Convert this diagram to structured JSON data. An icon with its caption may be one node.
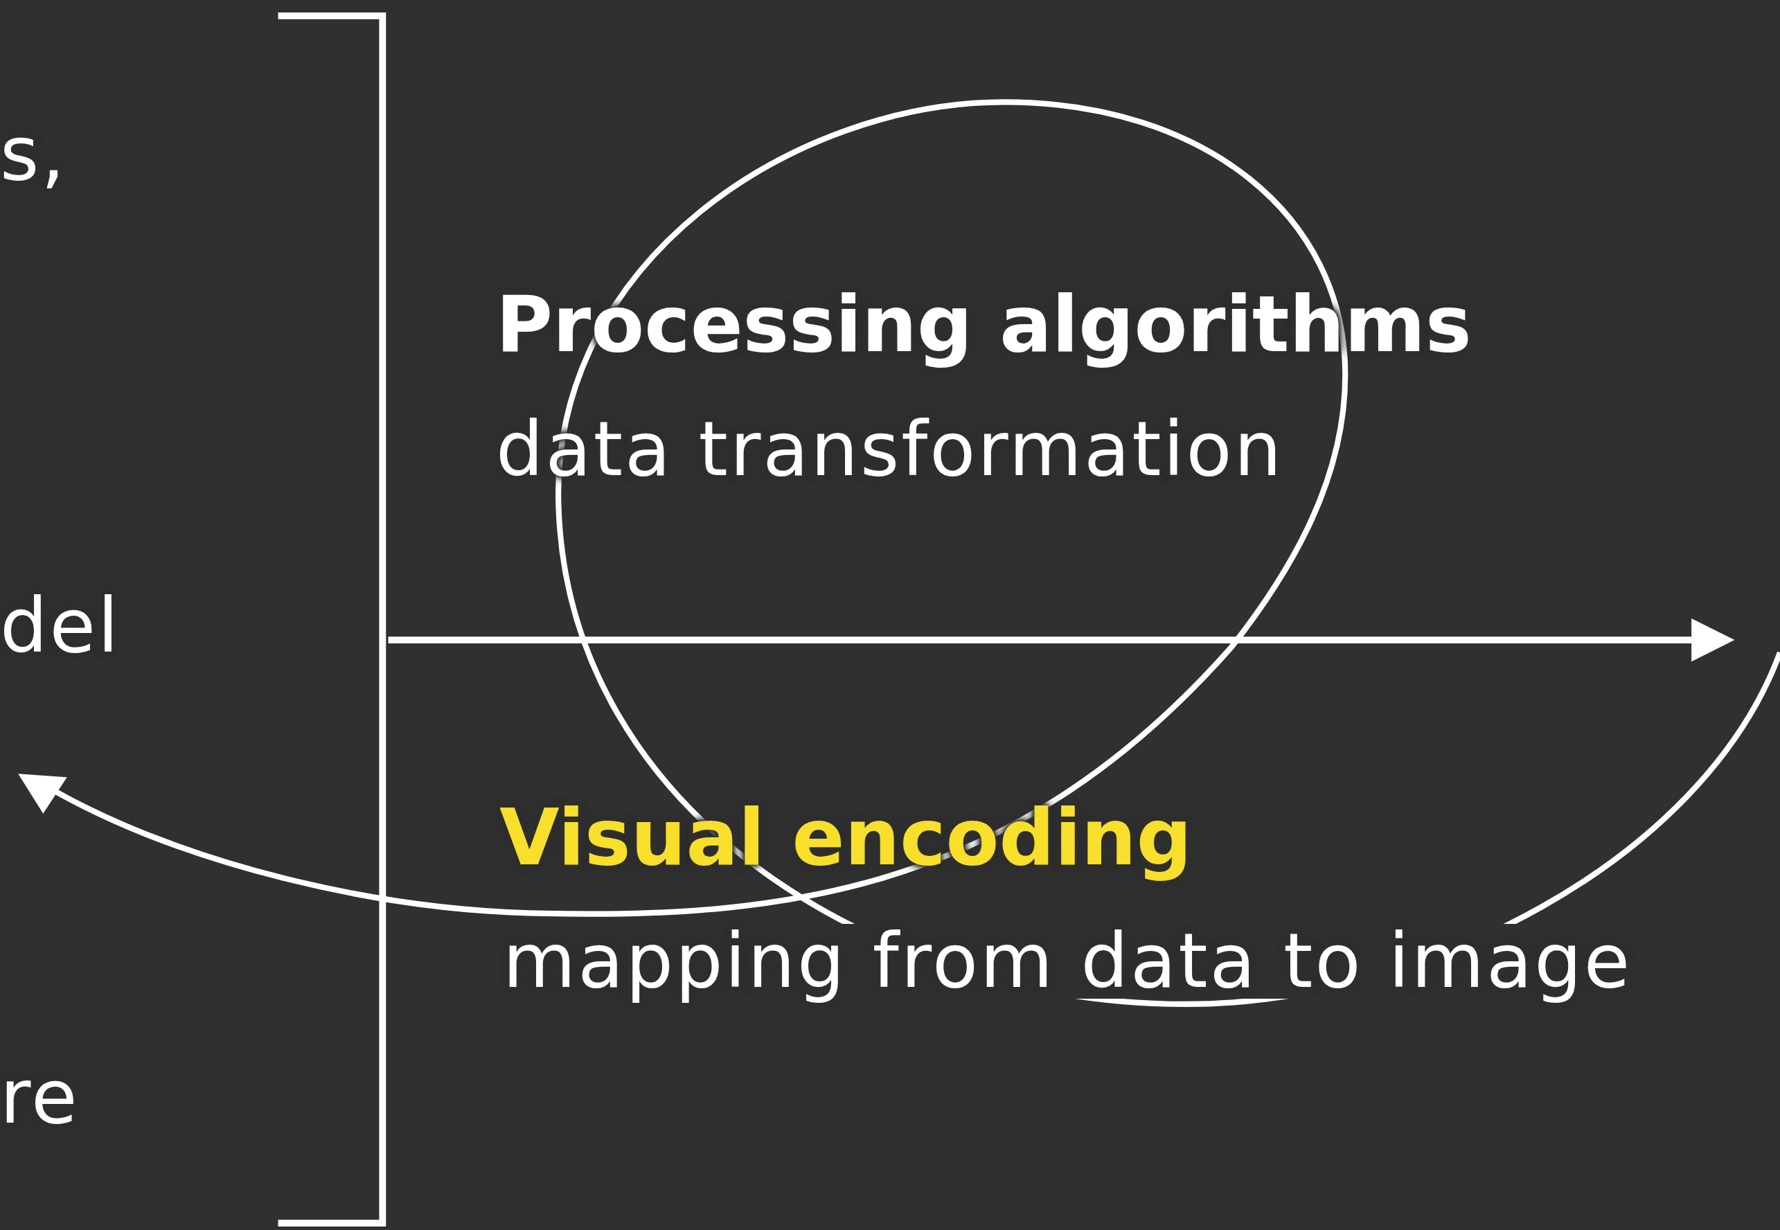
{
  "diagram": {
    "labels": [
      "s,",
      "Processing algorithms",
      "data transformation",
      "del",
      "Visual encoding",
      "mapping from data to image",
      "re"
    ]
  }
}
